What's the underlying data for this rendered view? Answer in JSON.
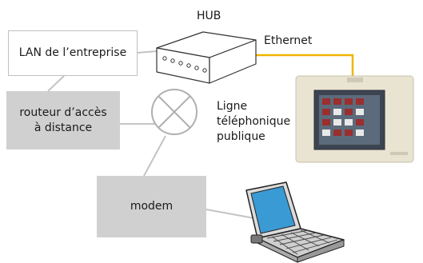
{
  "nodes": {
    "lan": {
      "label": "LAN de l’entreprise"
    },
    "router": {
      "line1": "routeur d’accès",
      "line2": "à distance"
    },
    "modem": {
      "label": "modem"
    },
    "hub": {
      "label": "HUB"
    },
    "ethernet": {
      "label": "Ethernet"
    },
    "phone_line": {
      "line1": "Ligne",
      "line2": "téléphonique",
      "line3": "publique"
    }
  },
  "colors": {
    "ethernet_link": "#f0b400",
    "link": "#c4c4c4",
    "box_fill": "#d0d0d0"
  },
  "icons": [
    "hub-device-icon",
    "touch-panel-icon",
    "laptop-icon",
    "telephone-exchange-icon"
  ]
}
